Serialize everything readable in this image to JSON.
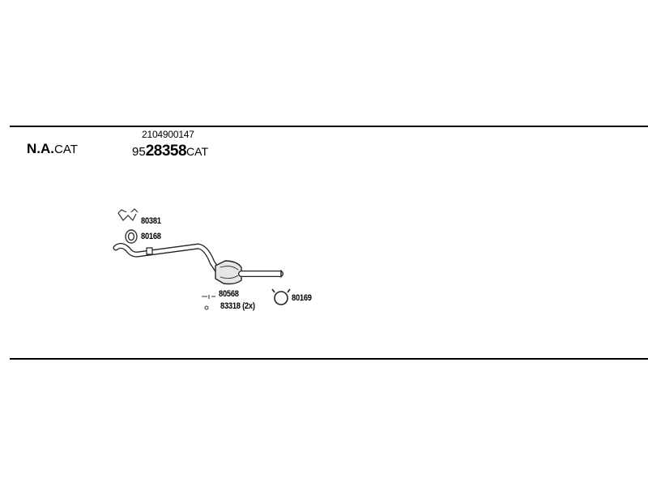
{
  "variant": {
    "code": "N.A.",
    "suffix": "CAT"
  },
  "oe_number": "2104900147",
  "part": {
    "prefix": "95",
    "number": "28358",
    "suffix": "CAT"
  },
  "components": [
    {
      "id": "80381"
    },
    {
      "id": "80168"
    },
    {
      "id": "80568"
    },
    {
      "id": "83318 (2x)"
    },
    {
      "id": "80169"
    }
  ]
}
